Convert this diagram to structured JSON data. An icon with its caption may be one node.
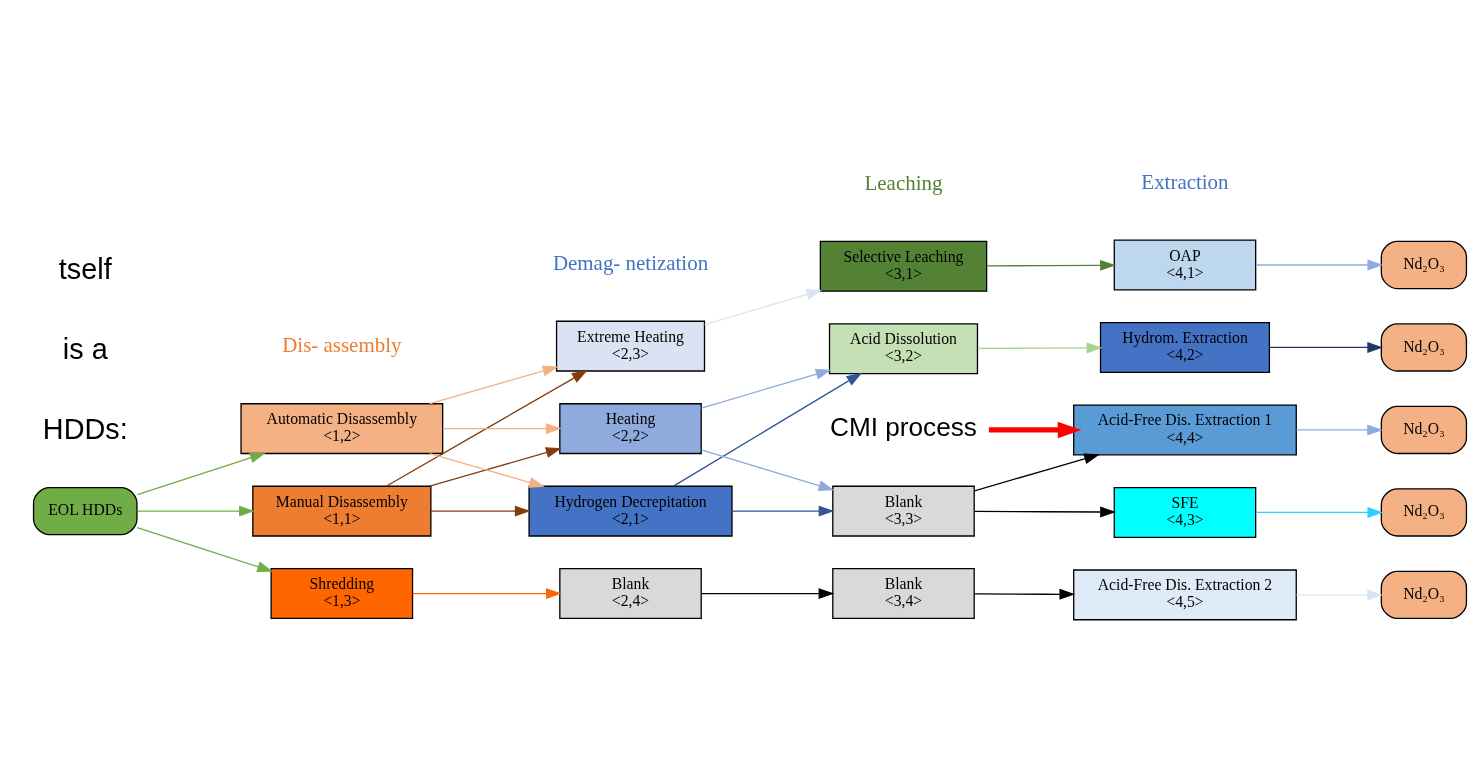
{
  "diagram": {
    "nodes": [
      {
        "text": [
          "EOL HDDs"
        ]
      },
      {
        "text": [
          "Manual Disassembly",
          "<1,1>"
        ]
      },
      {
        "text": [
          "Automatic Disassembly",
          "<1,2>"
        ]
      },
      {
        "text": [
          "Shredding",
          "<1,3>"
        ]
      },
      {
        "text": [
          "Hydrogen Decrepitation",
          "<2,1>"
        ]
      },
      {
        "text": [
          "Heating",
          "<2,2>"
        ]
      },
      {
        "text": [
          "Extreme Heating",
          "<2,3>"
        ]
      },
      {
        "text": [
          "Blank",
          "<2,4>"
        ]
      },
      {
        "text": [
          "Selective Leaching",
          "<3,1>"
        ]
      },
      {
        "text": [
          "Acid Dissolution",
          "<3,2>"
        ]
      },
      {
        "text": [
          "Blank",
          "<3,3>"
        ]
      },
      {
        "text": [
          "Blank",
          "<3,4>"
        ]
      },
      {
        "text": [
          "OAP",
          "<4,1>"
        ]
      },
      {
        "text": [
          "Hydrom. Extraction",
          "<4,2>"
        ]
      },
      {
        "text": [
          "SFE",
          "<4,3>"
        ]
      },
      {
        "text": [
          "Acid-Free Dis. Extraction 1",
          "<4,4>"
        ]
      },
      {
        "text": [
          "Acid-Free Dis. Extraction 2",
          "<4,5>"
        ]
      },
      {
        "text": [
          "Nd₂O₃"
        ]
      },
      {
        "text": [
          "Nd₂O₃"
        ]
      },
      {
        "text": [
          "Nd₂O₃"
        ]
      },
      {
        "text": [
          "Nd₂O₃"
        ]
      },
      {
        "text": [
          "Nd₂O₃"
        ]
      },
      {
        "text": [
          "CMI process"
        ]
      }
    ],
    "edges": [
      {
        "from": 0,
        "to": 1,
        "arrow": "to",
        "color": "#70ad47"
      },
      {
        "from": 0,
        "to": 2,
        "arrow": "to",
        "color": "#70ad47"
      },
      {
        "from": 0,
        "to": 3,
        "arrow": "to",
        "color": "#70ad47"
      },
      {
        "from": 1,
        "to": 4,
        "arrow": "to",
        "color": "#843c0c"
      },
      {
        "from": 1,
        "to": 5,
        "arrow": "to",
        "color": "#843c0c"
      },
      {
        "from": 1,
        "to": 6,
        "arrow": "to",
        "color": "#843c0c"
      },
      {
        "from": 2,
        "to": 4,
        "arrow": "to",
        "color": "#f4b183"
      },
      {
        "from": 2,
        "to": 5,
        "arrow": "to",
        "color": "#f4b183"
      },
      {
        "from": 2,
        "to": 6,
        "arrow": "to",
        "color": "#f4b183"
      },
      {
        "from": 3,
        "to": 7,
        "arrow": "to",
        "color": "#ff6600"
      },
      {
        "from": 4,
        "to": 9,
        "arrow": "to",
        "color": "#2f5597"
      },
      {
        "from": 4,
        "to": 10,
        "arrow": "to",
        "color": "#2f5597"
      },
      {
        "from": 5,
        "to": 9,
        "arrow": "to",
        "color": "#8faadc"
      },
      {
        "from": 5,
        "to": 10,
        "arrow": "to",
        "color": "#8faadc"
      },
      {
        "from": 6,
        "to": 8,
        "arrow": "to",
        "color": "#dae3f3"
      },
      {
        "from": 7,
        "to": 11,
        "arrow": "to",
        "color": "#000000"
      },
      {
        "from": 8,
        "to": 12,
        "arrow": "to",
        "color": "#548235"
      },
      {
        "from": 9,
        "to": 13,
        "arrow": "to",
        "color": "#a9d18e"
      },
      {
        "from": 10,
        "to": 14,
        "arrow": "to",
        "color": "#000000"
      },
      {
        "from": 10,
        "to": 15,
        "arrow": "to",
        "color": "#000000"
      },
      {
        "from": 11,
        "to": 16,
        "arrow": "to",
        "color": "#000000"
      },
      {
        "from": 12,
        "to": 17,
        "arrow": "to",
        "color": "#8faadc"
      },
      {
        "from": 13,
        "to": 18,
        "arrow": "to",
        "color": "#203864"
      },
      {
        "from": 14,
        "to": 19,
        "arrow": "to",
        "color": "#33ccff"
      },
      {
        "from": 15,
        "to": 20,
        "arrow": "to",
        "color": "#8faadc"
      },
      {
        "from": 16,
        "to": 21,
        "arrow": "to",
        "color": "#dae3f3"
      },
      {
        "from": 22,
        "to": 15,
        "arrow": "to",
        "style": "thick",
        "color": "#ff0000"
      }
    ],
    "labels": [
      "HDDs:",
      "Dis- assembly",
      "Demag- netization",
      "Leaching",
      "Extraction",
      "is a",
      "tself"
    ]
  }
}
